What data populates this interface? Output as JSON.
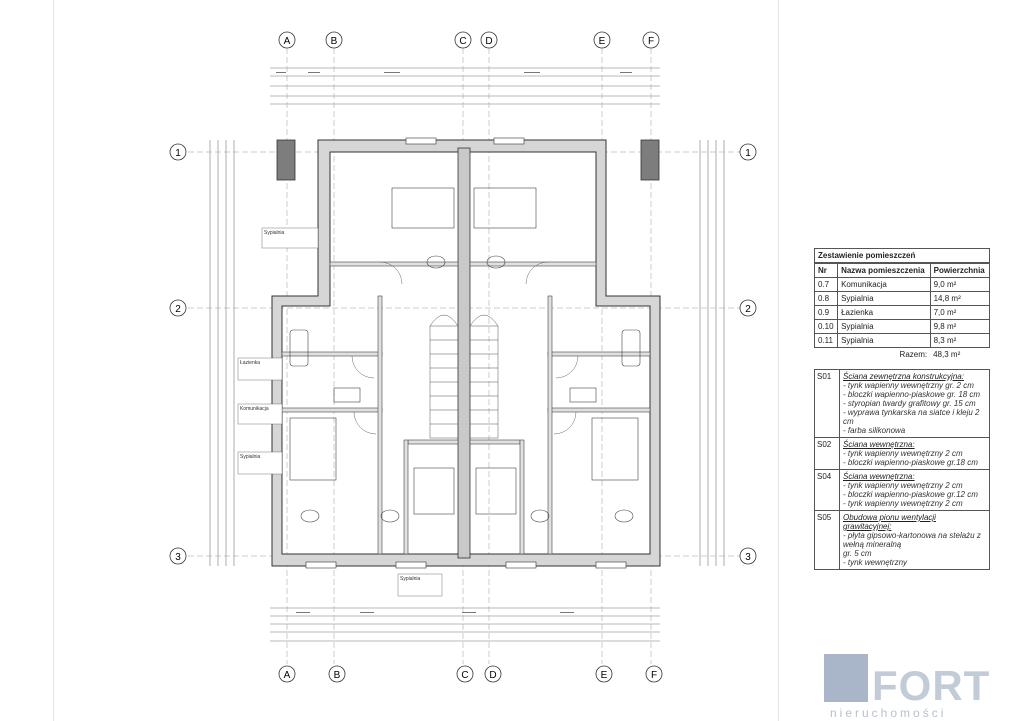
{
  "axes": {
    "columns": [
      "A",
      "B",
      "C",
      "D",
      "E",
      "F"
    ],
    "rows": [
      "1",
      "2",
      "3"
    ]
  },
  "table": {
    "title": "Zestawienie pomieszczeń",
    "headers": [
      "Nr",
      "Nazwa pomieszczenia",
      "Powierzchnia"
    ],
    "rows": [
      {
        "nr": "0.7",
        "name": "Komunikacja",
        "area": "9,0 m²"
      },
      {
        "nr": "0.8",
        "name": "Sypialnia",
        "area": "14,8 m²"
      },
      {
        "nr": "0.9",
        "name": "Łazienka",
        "area": "7,0 m²"
      },
      {
        "nr": "0.10",
        "name": "Sypialnia",
        "area": "9,8 m²"
      },
      {
        "nr": "0.11",
        "name": "Sypialnia",
        "area": "8,3 m²"
      }
    ],
    "total_label": "Razem:",
    "total_value": "48,3 m²"
  },
  "walls": [
    {
      "code": "S01",
      "name": "Ściana zewnętrzna konstrukcyjna:",
      "lines": [
        "- tynk wapienny wewnętrzny gr. 2 cm",
        "- bloczki wapienno-piaskowe gr. 18 cm",
        "- styropian twardy grafitowy gr. 15 cm",
        "- wyprawa tynkarska na siatce i kleju 2 cm",
        "- farba silikonowa"
      ]
    },
    {
      "code": "S02",
      "name": "Ściana wewnętrzna:",
      "lines": [
        "- tynk wapienny wewnętrzny 2 cm",
        "- bloczki wapienno-piaskowe gr.18 cm"
      ]
    },
    {
      "code": "S04",
      "name": "Ściana wewnętrzna:",
      "lines": [
        "- tynk wapienny wewnętrzny 2 cm",
        "- bloczki wapienno-piaskowe gr.12 cm",
        "- tynk wapienny wewnętrzny 2 cm"
      ]
    },
    {
      "code": "S05",
      "name": "Obudowa pionu wentylacji grawitacyjnej:",
      "lines": [
        "- płyta gipsowo-kartonowa na stelażu z wełną mineralną",
        "  gr. 5 cm",
        "- tynk wewnętrzny"
      ]
    }
  ],
  "logo": {
    "word": "FORT",
    "sub": "nieruchomości"
  },
  "room_labels": [
    "Sypialnia",
    "Łazienka",
    "Komunikacja",
    "Sypialnia",
    "Sypialnia"
  ]
}
